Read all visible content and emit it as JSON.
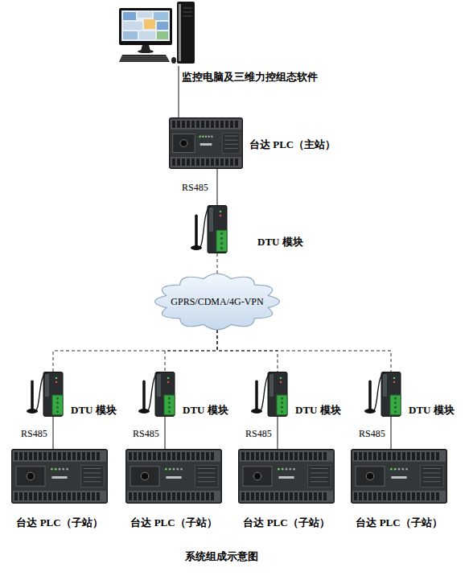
{
  "diagram": {
    "caption": "系统组成示意图",
    "nodes": [
      {
        "text": [
          "监控电脑及三维力控组态软件"
        ]
      },
      {
        "text": [
          "台达 PLC（主站）"
        ]
      },
      {
        "text": [
          "DTU 模块"
        ]
      },
      {
        "text": [
          "GPRS/CDMA/4G-VPN"
        ]
      },
      {
        "text": [
          "DTU 模块"
        ]
      },
      {
        "text": [
          "DTU 模块"
        ]
      },
      {
        "text": [
          "DTU 模块"
        ]
      },
      {
        "text": [
          "DTU 模块"
        ]
      },
      {
        "text": [
          "台达 PLC（子站）"
        ]
      },
      {
        "text": [
          "台达 PLC（子站）"
        ]
      },
      {
        "text": [
          "台达 PLC（子站）"
        ]
      },
      {
        "text": [
          "台达 PLC（子站）"
        ]
      }
    ],
    "edges": [
      {
        "from": 0,
        "to": 1,
        "arrow": "none"
      },
      {
        "from": 1,
        "to": 2,
        "label": "RS485",
        "arrow": "none"
      },
      {
        "from": 2,
        "to": 3,
        "arrow": "none"
      },
      {
        "from": 3,
        "to": 4,
        "arrow": "none"
      },
      {
        "from": 3,
        "to": 5,
        "arrow": "none"
      },
      {
        "from": 3,
        "to": 6,
        "arrow": "none"
      },
      {
        "from": 3,
        "to": 7,
        "arrow": "none"
      },
      {
        "from": 4,
        "to": 8,
        "label": "RS485",
        "arrow": "none"
      },
      {
        "from": 5,
        "to": 9,
        "label": "RS485",
        "arrow": "none"
      },
      {
        "from": 6,
        "to": 10,
        "label": "RS485",
        "arrow": "none"
      },
      {
        "from": 7,
        "to": 11,
        "label": "RS485",
        "arrow": "none"
      }
    ]
  }
}
